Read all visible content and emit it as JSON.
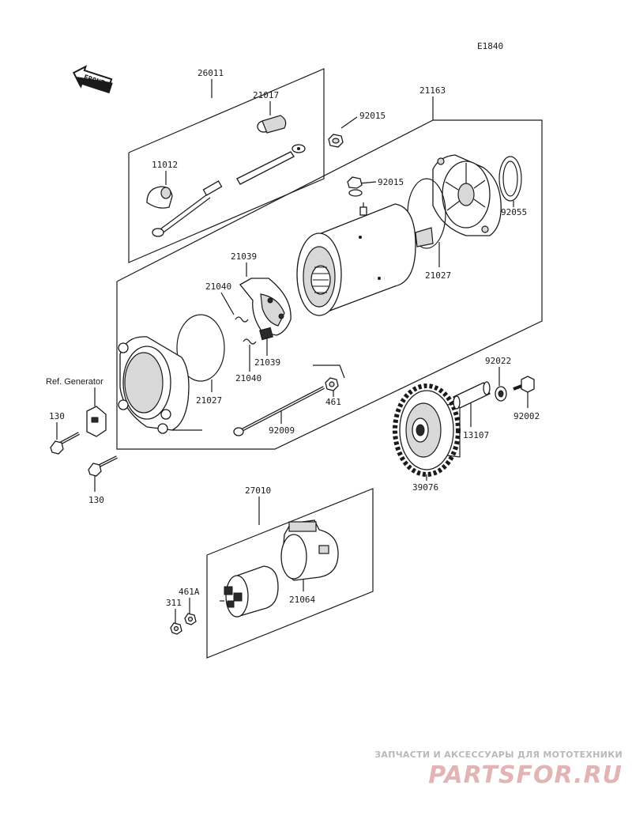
{
  "diagram": {
    "code": "E1840",
    "front_arrow": "FRONT",
    "ref_generator": "Ref. Generator",
    "labels": {
      "p26011": "26011",
      "p21017": "21017",
      "p92015a": "92015",
      "p21163": "21163",
      "p11012": "11012",
      "p92015b": "92015",
      "p92055": "92055",
      "p21039a": "21039",
      "p21040a": "21040",
      "p21027a": "21027",
      "p21039b": "21039",
      "p21040b": "21040",
      "p21027b": "21027",
      "p461": "461",
      "p92022": "92022",
      "p92009": "92009",
      "p92002": "92002",
      "p13107": "13107",
      "p130a": "130",
      "p130b": "130",
      "p39076": "39076",
      "p27010": "27010",
      "p461A": "461A",
      "p311": "311",
      "p21064": "21064"
    }
  },
  "watermark": {
    "caption": "ЗАПЧАСТИ И АКСЕССУАРЫ ДЛЯ МОТОТЕХНИКИ",
    "brand": "PARTSFOR.RU"
  }
}
